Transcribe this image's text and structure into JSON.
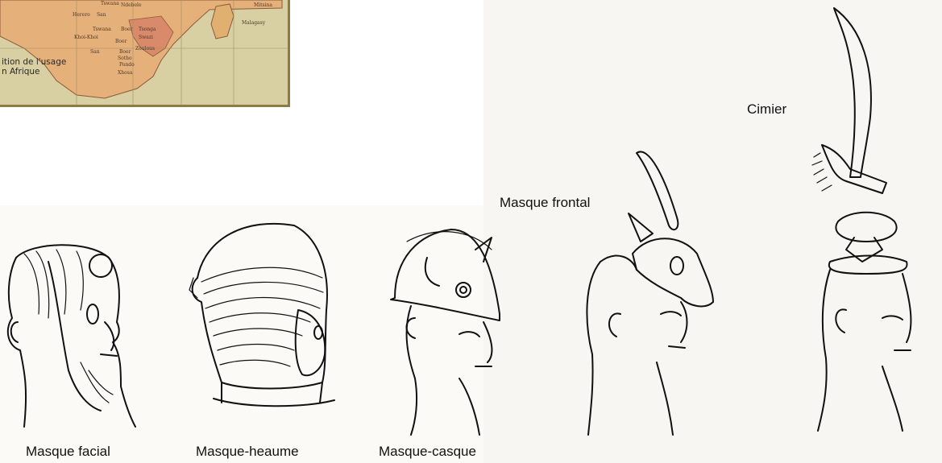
{
  "map": {
    "caption_line1": "ition de l'usage",
    "caption_line2": "n Afrique",
    "regions": [
      "Tswana",
      "Ndebele",
      "Herero",
      "San",
      "Tswana",
      "Boer",
      "Tsonga",
      "Swazi",
      "Khoi-Khoi",
      "Boer",
      "Zoulous",
      "San",
      "Boer",
      "Sotho",
      "Pondo",
      "Xhosa",
      "Mitsina",
      "Malagasy"
    ],
    "colors": {
      "land": "#e6b07a",
      "highlight": "#d98a6a",
      "sea": "#d8cfa3",
      "frame": "#8b7d42"
    }
  },
  "figures": {
    "facial": {
      "label": "Masque facial"
    },
    "heaume": {
      "label": "Masque-heaume"
    },
    "casque": {
      "label": "Masque-casque"
    },
    "frontal": {
      "label": "Masque frontal"
    },
    "cimier": {
      "label": "Cimier"
    }
  }
}
